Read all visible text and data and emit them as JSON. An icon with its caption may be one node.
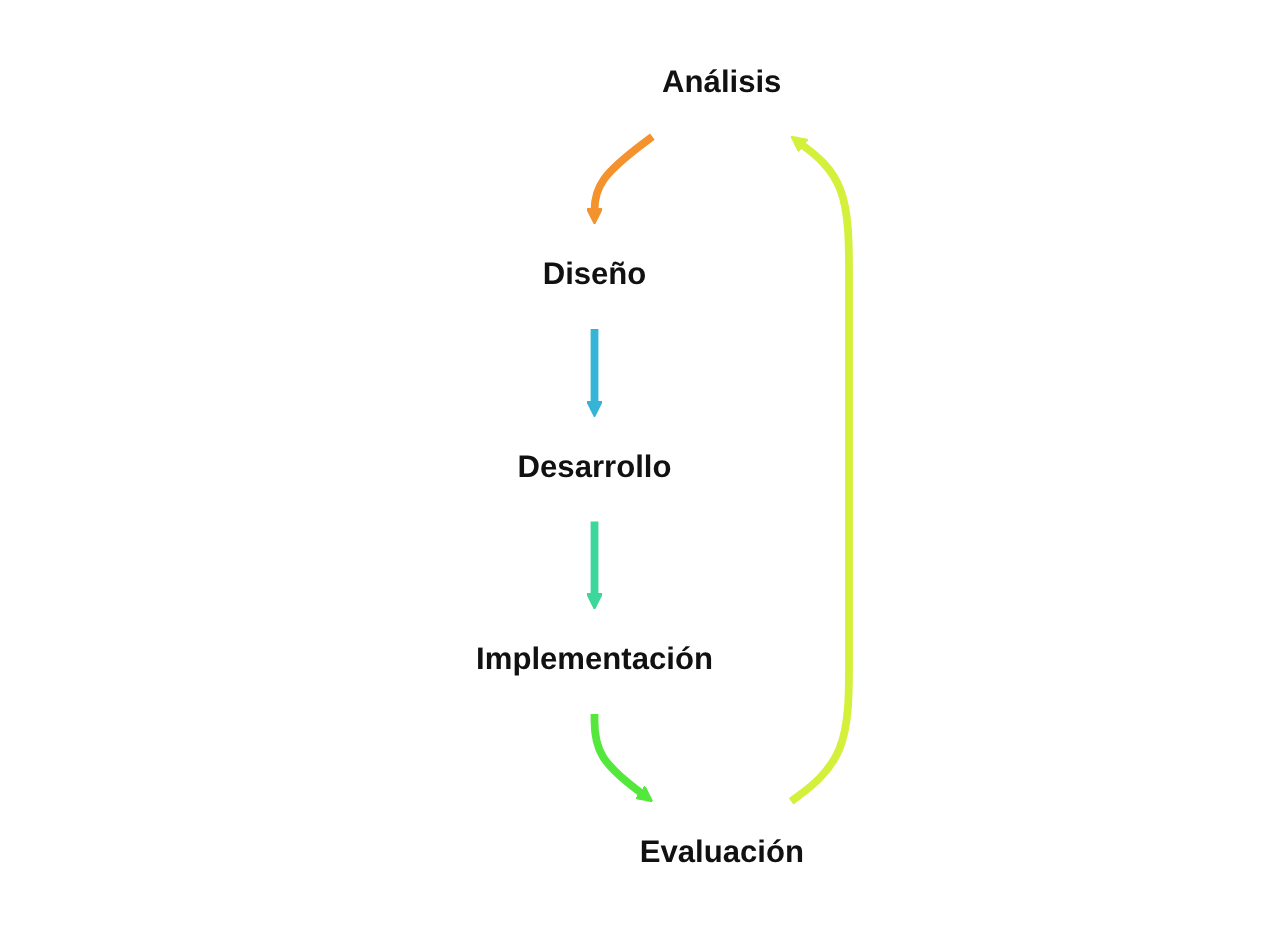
{
  "diagram": {
    "nodes": [
      {
        "text": [
          "Análisis"
        ]
      },
      {
        "text": [
          "Diseño"
        ]
      },
      {
        "text": [
          "Desarrollo"
        ]
      },
      {
        "text": [
          "Implementación"
        ]
      },
      {
        "text": [
          "Evaluación"
        ]
      }
    ],
    "edges": [
      {
        "from": 0,
        "to": 1,
        "arrow": "to",
        "color": "#f4922e"
      },
      {
        "from": 1,
        "to": 2,
        "arrow": "to",
        "color": "#35b4d8"
      },
      {
        "from": 2,
        "to": 3,
        "arrow": "to",
        "color": "#3cd79b"
      },
      {
        "from": 3,
        "to": 4,
        "arrow": "to",
        "color": "#55e83c"
      },
      {
        "from": 4,
        "to": 0,
        "arrow": "to",
        "color": "#d4f03a"
      }
    ]
  }
}
